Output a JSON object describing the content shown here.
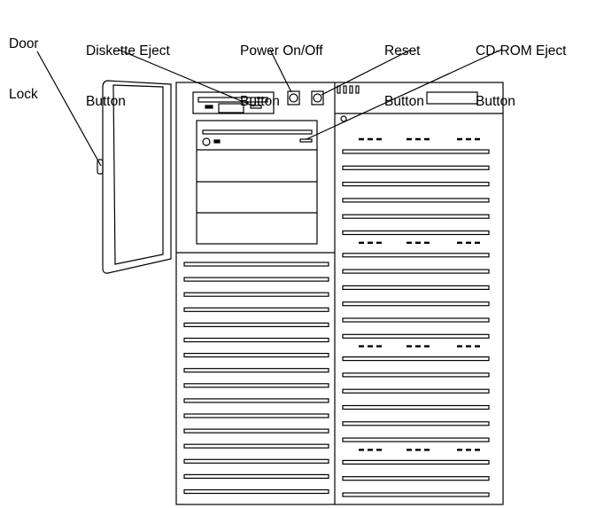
{
  "callouts": {
    "door_lock": {
      "line1": "Door",
      "line2": "Lock"
    },
    "diskette_eject": {
      "line1": "Diskette Eject",
      "line2": "Button"
    },
    "power": {
      "line1": "Power On/Off",
      "line2": "Button"
    },
    "reset": {
      "line1": "Reset",
      "line2": "Button"
    },
    "cdrom_eject": {
      "line1": "CD-ROM Eject",
      "line2": "Button"
    }
  },
  "colors": {
    "stroke": "#000000",
    "background": "#ffffff"
  },
  "vents": {
    "left_panel_slots": 16,
    "right_panel_slots": 22,
    "right_panel_dash_groups": 4
  }
}
